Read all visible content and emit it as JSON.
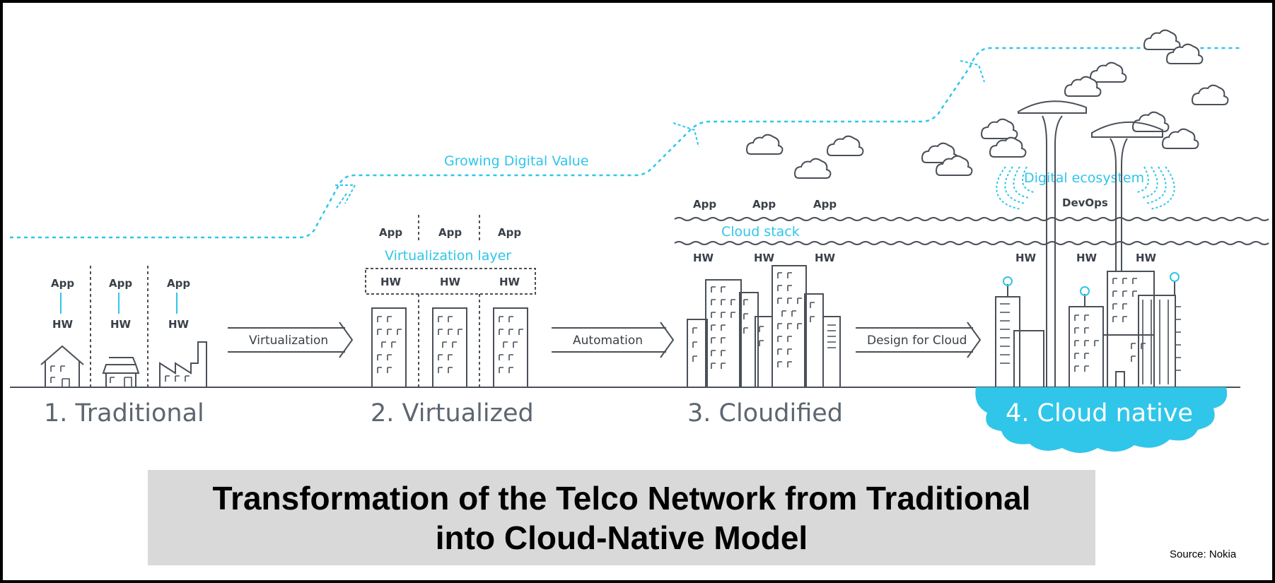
{
  "value_line_label": "Growing Digital Value",
  "stages": [
    {
      "label": "1. Traditional"
    },
    {
      "label": "2. Virtualized"
    },
    {
      "label": "3. Cloudified"
    },
    {
      "label": "4. Cloud native"
    }
  ],
  "transitions": [
    "Virtualization",
    "Automation",
    "Design for Cloud"
  ],
  "layers": {
    "app": "App",
    "hw": "HW",
    "virtualization_layer": "Virtualization layer",
    "cloud_stack": "Cloud stack",
    "digital_ecosystem": "Digital ecosystem",
    "devops": "DevOps"
  },
  "caption": {
    "line1": "Transformation of the Telco Network from Traditional",
    "line2": "into Cloud-Native Model"
  },
  "source": "Source: Nokia",
  "colors": {
    "accent": "#2fc6ea",
    "line": "#4a5058",
    "caption_bg": "#d9d9d9"
  }
}
